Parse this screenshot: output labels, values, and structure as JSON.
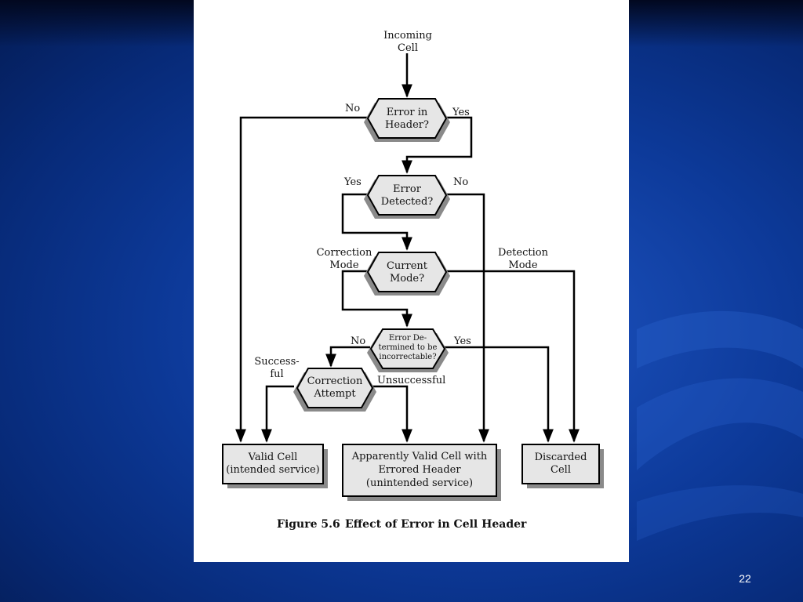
{
  "slide": {
    "number": "22"
  },
  "diagram": {
    "start": {
      "line1": "Incoming",
      "line2": "Cell"
    },
    "decisions": [
      {
        "id": "header",
        "line1": "Error in",
        "line2": "Header?"
      },
      {
        "id": "detected",
        "line1": "Error",
        "line2": "Detected?"
      },
      {
        "id": "mode",
        "line1": "Current",
        "line2": "Mode?"
      },
      {
        "id": "incorrectable",
        "line1": "Error De-",
        "line2": "termined to be",
        "line3": "incorrectable?"
      },
      {
        "id": "correction",
        "line1": "Correction",
        "line2": "Attempt"
      }
    ],
    "edge_labels": {
      "header_no": "No",
      "header_yes": "Yes",
      "detected_yes": "Yes",
      "detected_no": "No",
      "correction_mode_1": "Correction",
      "correction_mode_2": "Mode",
      "detection_mode_1": "Detection",
      "detection_mode_2": "Mode",
      "incorrectable_no": "No",
      "incorrectable_yes": "Yes",
      "successful_1": "Success-",
      "successful_2": "ful",
      "unsuccessful": "Unsuccessful"
    },
    "outcomes": [
      {
        "id": "valid",
        "line1": "Valid Cell",
        "line2": "(intended service)"
      },
      {
        "id": "apparent",
        "line1": "Apparently Valid Cell with",
        "line2": "Errored Header",
        "line3": "(unintended service)"
      },
      {
        "id": "discarded",
        "line1": "Discarded",
        "line2": "Cell"
      }
    ],
    "caption": {
      "figure": "Figure 5.6",
      "title": "Effect of Error in Cell Header"
    }
  },
  "colors": {
    "background": "#0d3a9a",
    "card": "#ffffff",
    "shape_fill": "#e6e6e6",
    "shadow": "#8a8a8a",
    "line": "#000000"
  }
}
